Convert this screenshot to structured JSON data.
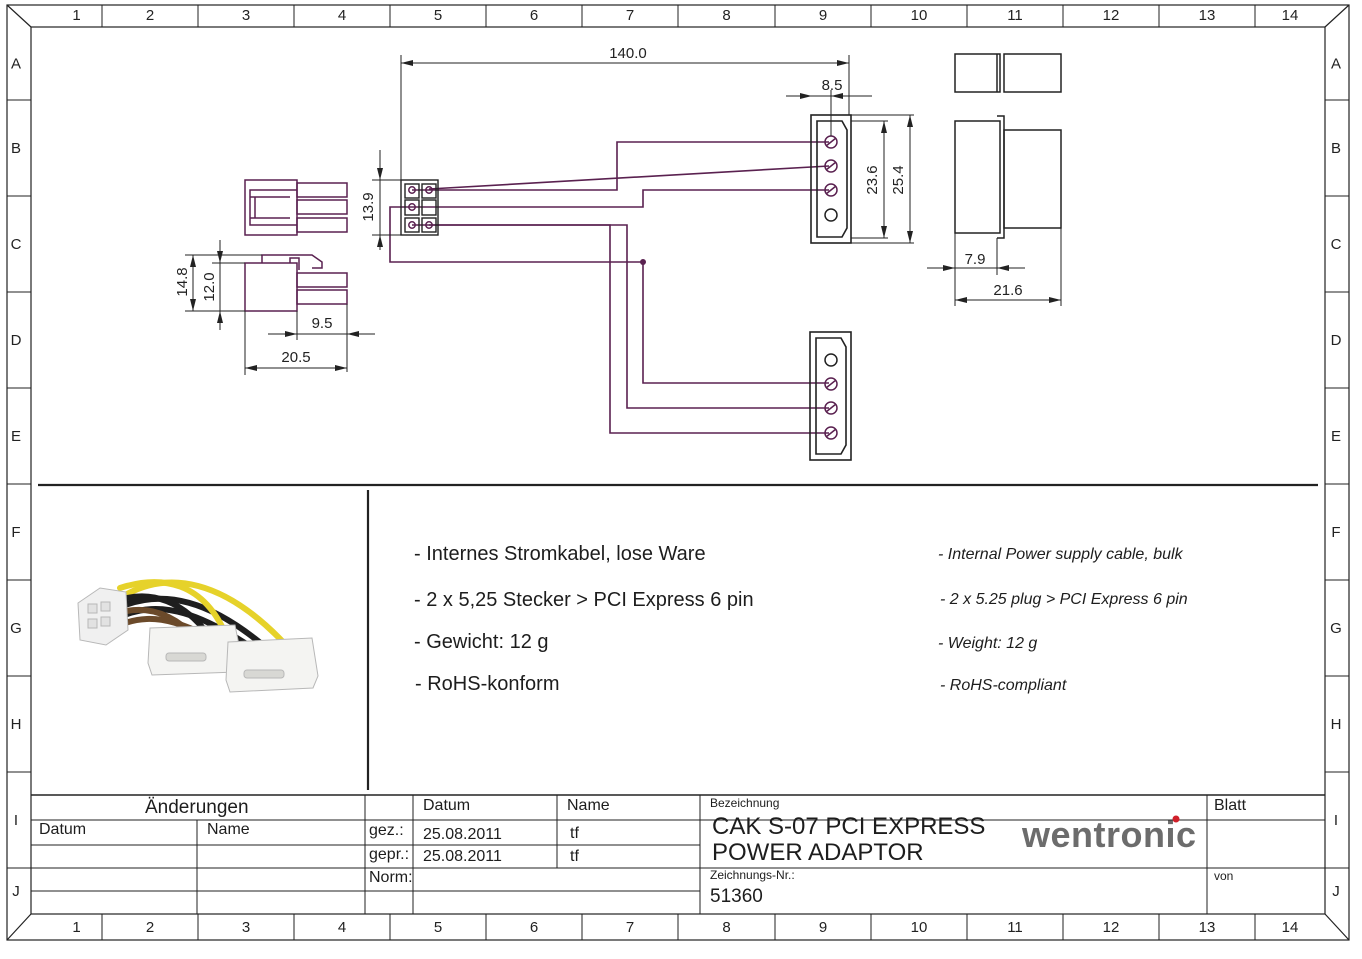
{
  "columns": [
    "1",
    "2",
    "3",
    "4",
    "5",
    "6",
    "7",
    "8",
    "9",
    "10",
    "11",
    "12",
    "13",
    "14"
  ],
  "rows": [
    "A",
    "B",
    "C",
    "D",
    "E",
    "F",
    "G",
    "H",
    "I",
    "J"
  ],
  "dimensions": {
    "overall_length": "140.0",
    "molex_pin_offset": "8.5",
    "molex_inner_height": "23.6",
    "molex_outer_height": "25.4",
    "pcie_height": "13.9",
    "pcie_side_outer": "14.8",
    "pcie_side_inner": "12.0",
    "pcie_pin_depth": "9.5",
    "pcie_total_depth": "20.5",
    "molex_flange": "7.9",
    "molex_depth": "21.6"
  },
  "description": {
    "de": [
      "- Internes Stromkabel, lose Ware",
      "- 2 x 5,25 Stecker > PCI Express 6 pin",
      "- Gewicht: 12 g",
      "- RoHS-konform"
    ],
    "en": [
      "- Internal Power supply cable, bulk",
      "- 2 x 5.25 plug > PCI Express 6 pin",
      "- Weight: 12 g",
      "- RoHS-compliant"
    ]
  },
  "title_block": {
    "changes_title": "Änderungen",
    "changes_date_col": "Datum",
    "changes_name_col": "Name",
    "date_col": "Datum",
    "name_col": "Name",
    "drawn_label": "gez.:",
    "drawn_date": "25.08.2011",
    "drawn_name": "tf",
    "checked_label": "gepr.:",
    "checked_date": "25.08.2011",
    "checked_name": "tf",
    "norm_label": "Norm:",
    "designation_label": "Bezeichnung",
    "designation_line1": "CAK S-07  PCI EXPRESS",
    "designation_line2": "POWER ADAPTOR",
    "drawing_no_label": "Zeichnungs-Nr.:",
    "drawing_no": "51360",
    "sheet_label": "Blatt",
    "of_label": "von",
    "logo": "wentronic"
  },
  "colors": {
    "wire": "#5a2150",
    "line": "#222222",
    "logo_gray": "#6c6c6c",
    "logo_dot": "#d0202a",
    "cable_yellow": "#e6d22a",
    "cable_brown": "#6b4a2a",
    "cable_black": "#1e1e1e"
  }
}
